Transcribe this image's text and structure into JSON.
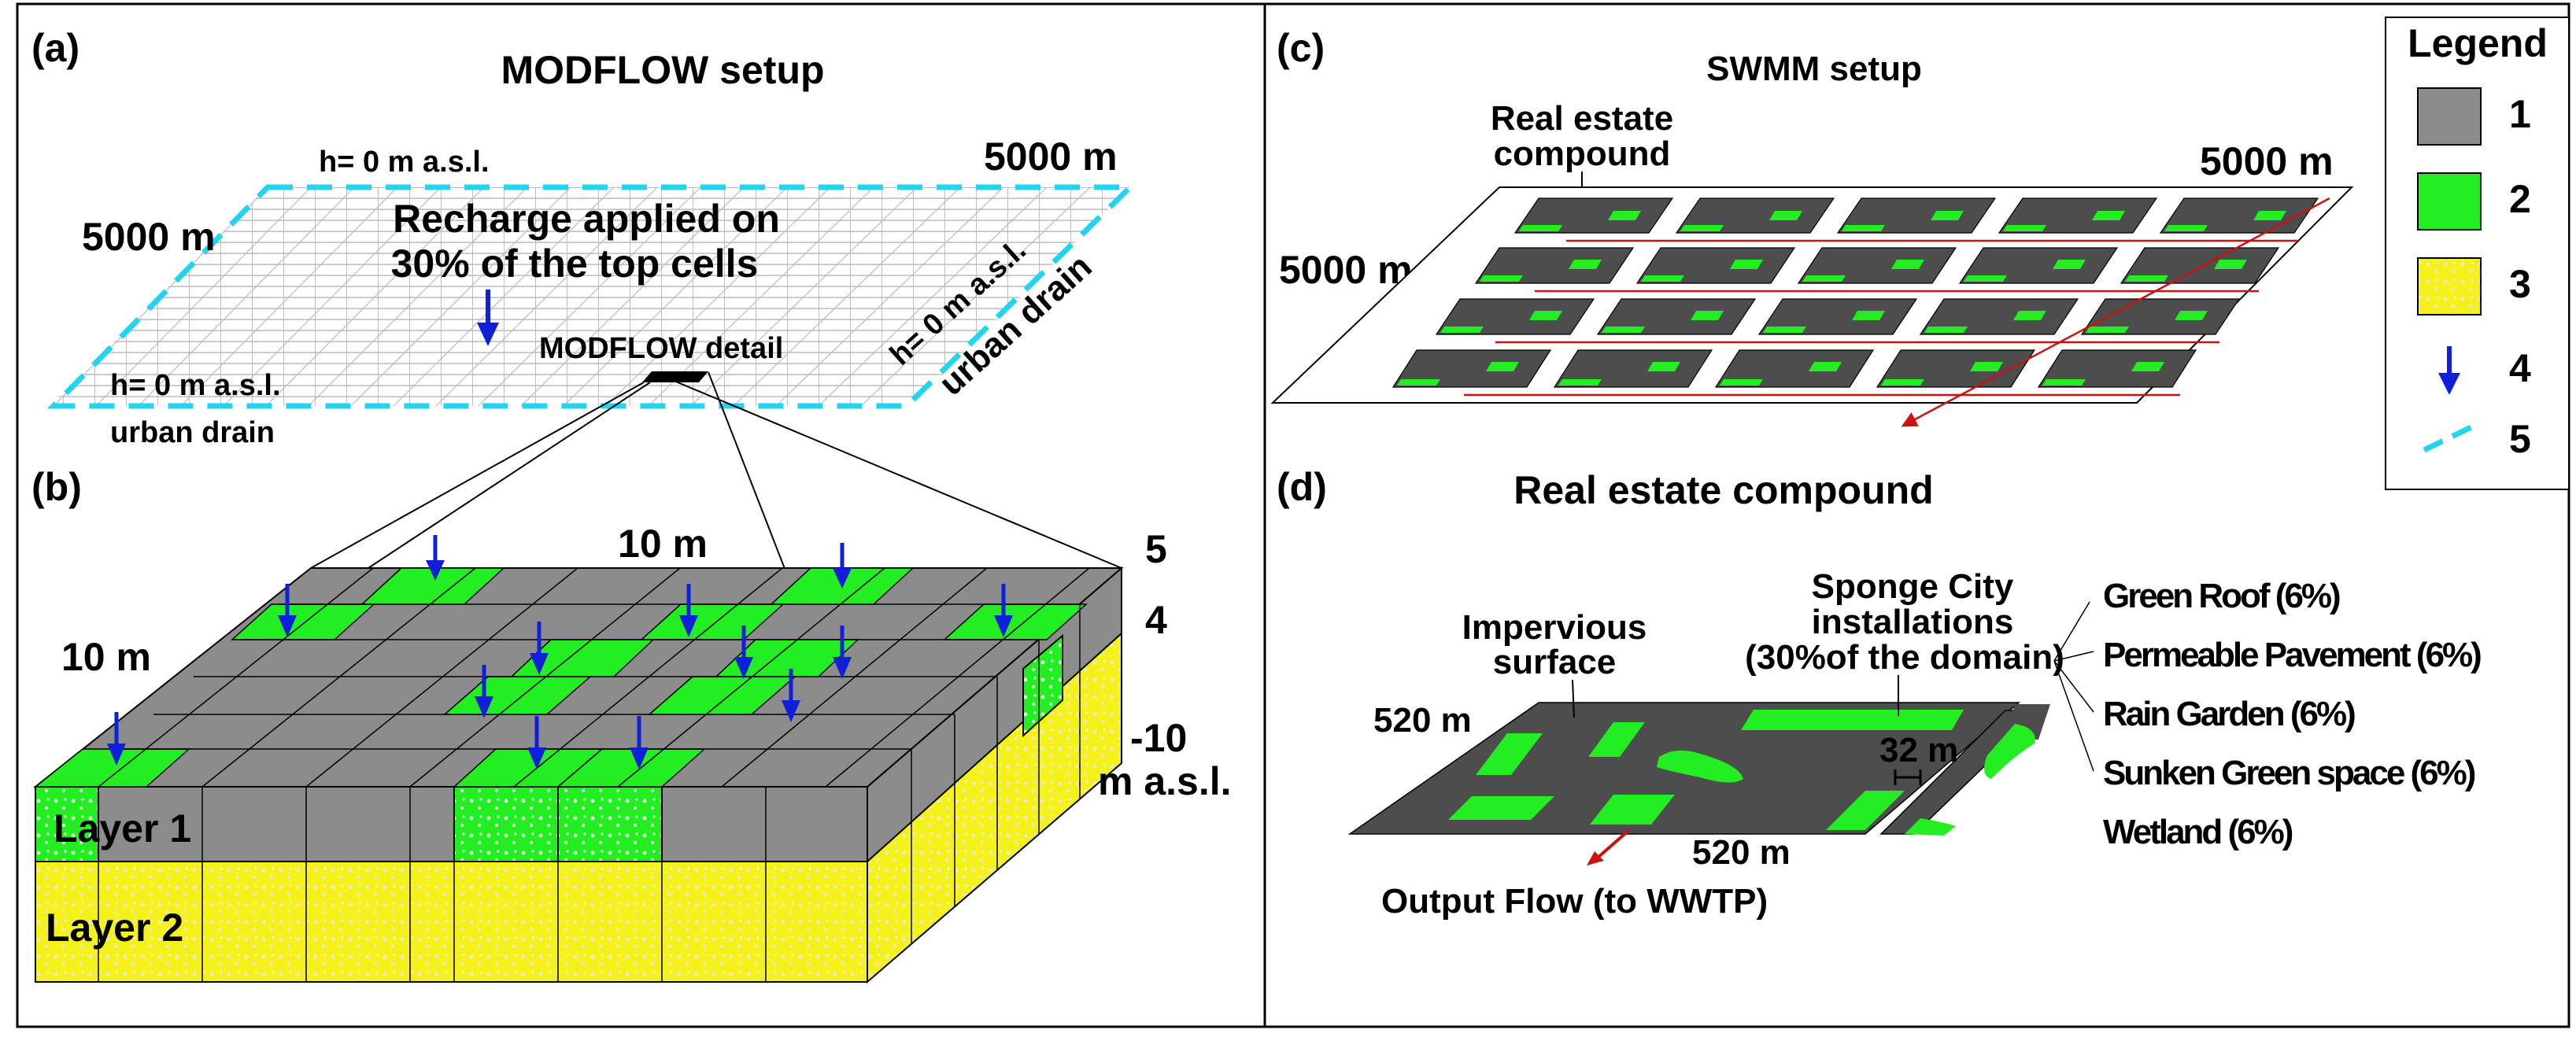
{
  "panel_a": {
    "letter": "(a)",
    "title": "MODFLOW setup",
    "top_bc": "h= 0 m a.s.l.",
    "dim_top": "5000 m",
    "dim_left": "5000 m",
    "recharge_line1": "Recharge applied  on",
    "recharge_line2": "30% of the top cells",
    "detail_label": "MODFLOW detail",
    "bottom_bc": "h= 0 m a.s.l.",
    "bottom_drain": "urban drain",
    "right_bc": "h= 0 m a.s.l.",
    "right_drain": "urban drain"
  },
  "panel_b": {
    "letter": "(b)",
    "dim_top": "10 m",
    "dim_left": "10 m",
    "elev_top": "5",
    "elev_mid": "4",
    "elev_bottom": "-10",
    "elev_unit": "m a.s.l.",
    "layer1": "Layer 1",
    "layer2": "Layer 2"
  },
  "panel_c": {
    "letter": "(c)",
    "title": "SWMM setup",
    "compound_line1": "Real estate",
    "compound_line2": "compound",
    "dim_top": "5000 m",
    "dim_left": "5000 m"
  },
  "panel_d": {
    "letter": "(d)",
    "title": "Real estate compound",
    "impervious_line1": "Impervious",
    "impervious_line2": "surface",
    "sponge_line1": "Sponge City",
    "sponge_line2": "installations",
    "sponge_line3": "(30%of the domain)",
    "dim_left": "520 m",
    "dim_bottom": "520 m",
    "dim_gap": "32 m",
    "output_flow": "Output Flow (to WWTP)",
    "installations": [
      "Green Roof (6%)",
      "Permeable Pavement (6%)",
      "Rain Garden (6%)",
      "Sunken Green space (6%)",
      "Wetland (6%)"
    ]
  },
  "legend": {
    "title": "Legend",
    "items": [
      "1",
      "2",
      "3",
      "4",
      "5"
    ]
  },
  "colors": {
    "impervious_gray": "#8c8c8c",
    "green": "#22ee22",
    "soil_yellow": "#f4f21a",
    "arrow_blue": "#1020d8",
    "boundary_cyan": "#22d4f0",
    "flow_red": "#cc1111"
  }
}
